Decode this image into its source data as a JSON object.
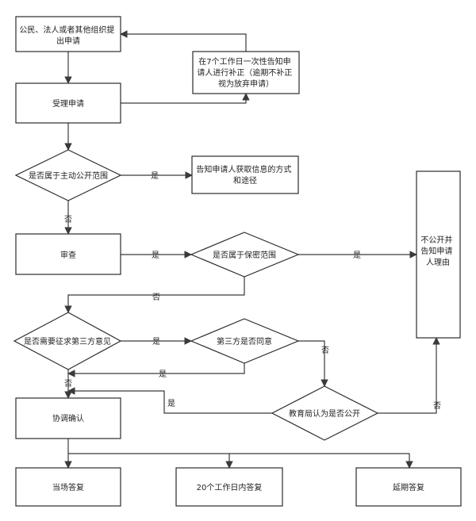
{
  "nodes": {
    "submit": [
      "公民、法人或者其他组织提",
      "出申请"
    ],
    "supplement": [
      "在7个工作日一次性告知申",
      "请人进行补正（逾期不补正",
      "视为放弃申请）"
    ],
    "accept": [
      "受理申请"
    ],
    "is_active_scope": [
      "是否属于主动公开范围"
    ],
    "inform_method": [
      "告知申请人获取信息的方式",
      "和途径"
    ],
    "review": [
      "审查"
    ],
    "is_secret": [
      "是否属于保密范围"
    ],
    "not_public": [
      "不公开并",
      "告知申请",
      "人理由"
    ],
    "need_third_party": [
      "是否需要征求第三方意见"
    ],
    "third_party_agree": [
      "第三方是否同意"
    ],
    "coordinate": [
      "协调确认"
    ],
    "bureau_decide": [
      "教育局认为是否公开"
    ],
    "reply_now": [
      "当场答复"
    ],
    "reply_20days": [
      "20个工作日内答复"
    ],
    "reply_delay": [
      "延期答复"
    ]
  },
  "edge_labels": {
    "yes": "是",
    "no": "否"
  }
}
